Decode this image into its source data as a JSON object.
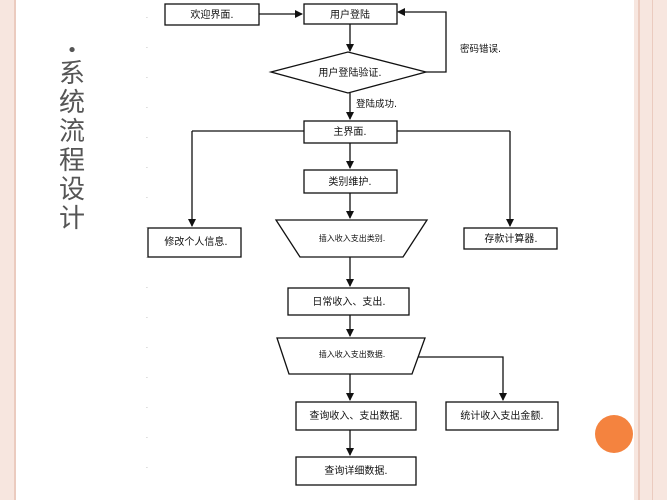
{
  "slide": {
    "title": "系统流程设计",
    "bullet": "•"
  },
  "flowchart": {
    "nodes": {
      "welcome": "欢迎界面.",
      "login": "用户登陆",
      "verify": "用户登陆验证.",
      "main": "主界面.",
      "category": "类别维护.",
      "insert_category": "插入收入支出类别.",
      "edit_profile": "修改个人信息.",
      "savings_calc": "存款计算器.",
      "daily": "日常收入、支出.",
      "insert_data": "插入收入支出数据.",
      "query_data": "查询收入、支出数据.",
      "stats": "统计收入支出金额.",
      "query_detail": "查询详细数据."
    },
    "edges": {
      "password_error": "密码错误.",
      "login_success": "登陆成功."
    }
  },
  "colors": {
    "accent": "#f4833f",
    "frame": "#f7e6df"
  }
}
